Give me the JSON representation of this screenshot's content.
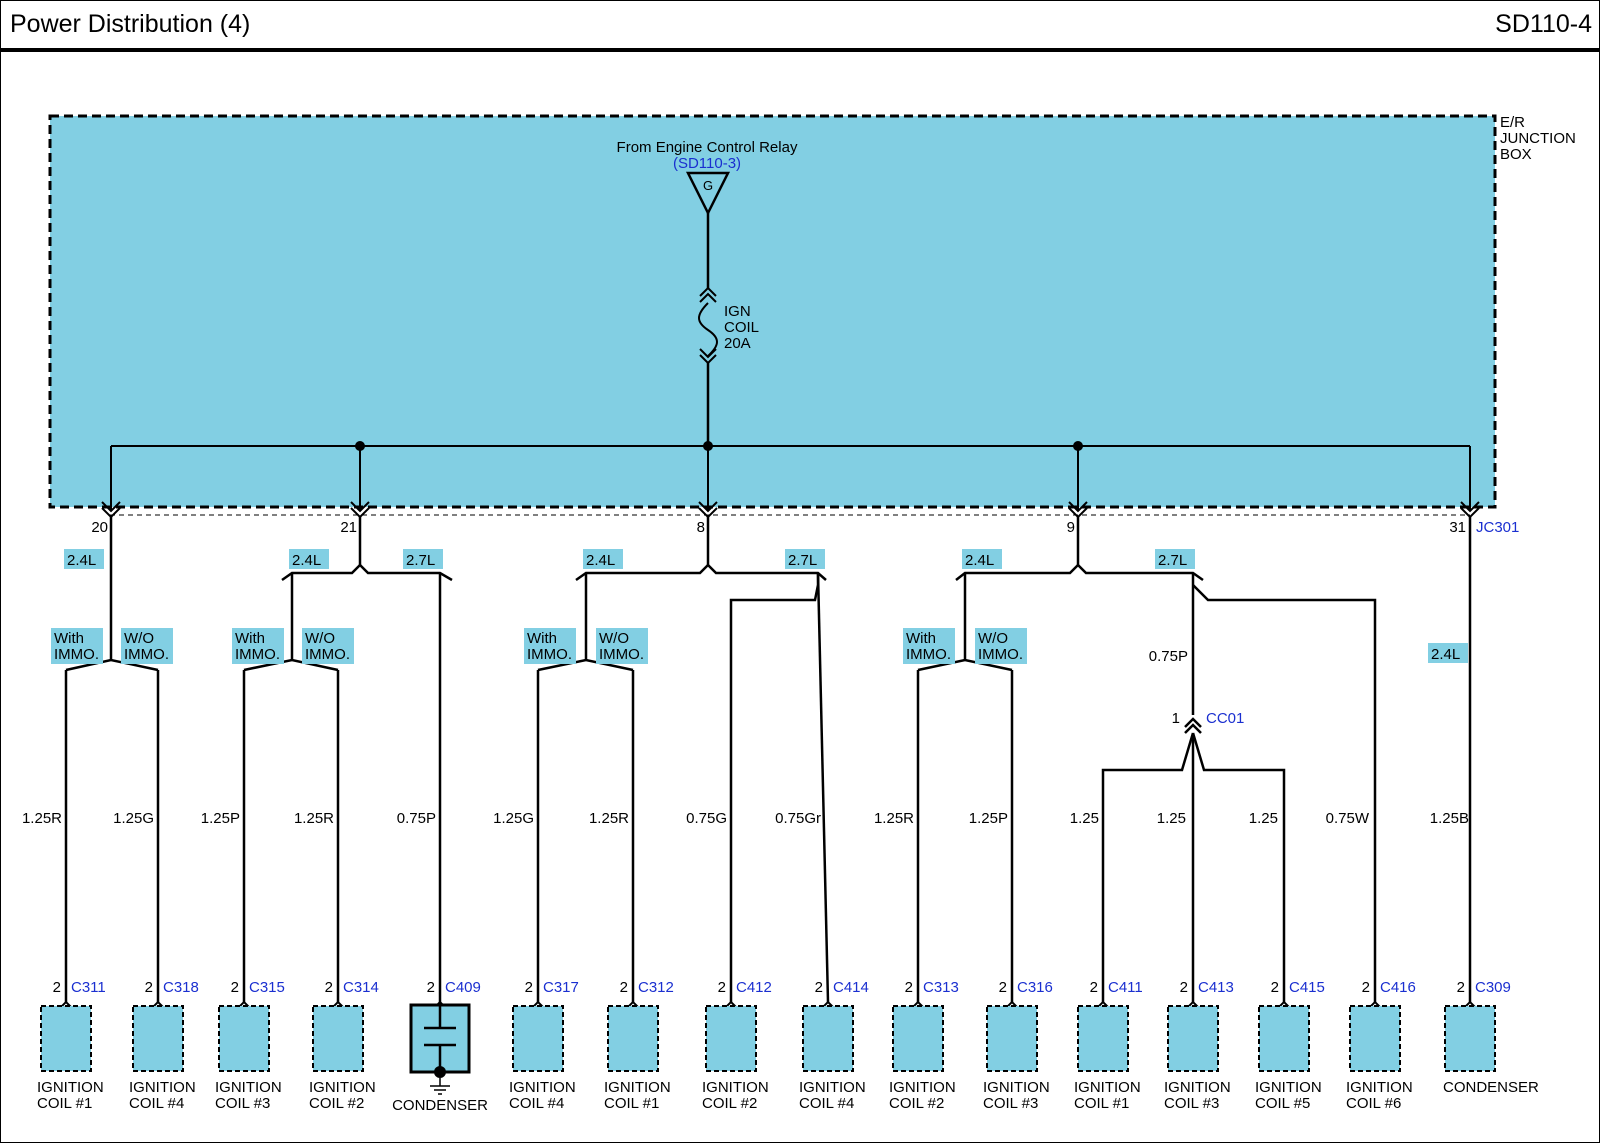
{
  "header": {
    "title": "Power Distribution (4)",
    "code": "SD110-4"
  },
  "colors": {
    "box_fill": "#82cfe3",
    "link_blue": "#1a2fd0",
    "line": "#000000"
  },
  "junction_box": {
    "name_lines": [
      "E/R",
      "JUNCTION",
      "BOX"
    ],
    "source_label": "From Engine Control Relay",
    "source_ref": "(SD110-3)",
    "source_terminal": "G",
    "fuse_lines": [
      "IGN",
      "COIL",
      "20A"
    ],
    "connector_id": "JC301",
    "pins": [
      "20",
      "21",
      "8",
      "9",
      "31"
    ]
  },
  "wire_tags": {
    "t20": "2.4L",
    "t21a": "2.4L",
    "t21b": "2.7L",
    "t8a": "2.4L",
    "t8b": "2.7L",
    "t9a": "2.4L",
    "t9b": "2.7L",
    "t31": "2.4L",
    "with1": [
      "With",
      "IMMO."
    ],
    "wo1": [
      "W/O",
      "IMMO."
    ],
    "with2": [
      "With",
      "IMMO."
    ],
    "wo2": [
      "W/O",
      "IMMO."
    ],
    "with3": [
      "With",
      "IMMO."
    ],
    "wo3": [
      "W/O",
      "IMMO."
    ],
    "with4": [
      "With",
      "IMMO."
    ],
    "wo4": [
      "W/O",
      "IMMO."
    ]
  },
  "splice": {
    "wire": "0.75P",
    "pin": "1",
    "connector": "CC01"
  },
  "wires": [
    "1.25R",
    "1.25G",
    "1.25P",
    "1.25R",
    "0.75P",
    "1.25G",
    "1.25R",
    "0.75G",
    "0.75Gr",
    "1.25R",
    "1.25P",
    "1.25",
    "1.25",
    "1.25",
    "0.75W",
    "1.25B"
  ],
  "components": [
    {
      "pin": "2",
      "conn": "C311",
      "name": [
        "IGNITION",
        "COIL #1"
      ]
    },
    {
      "pin": "2",
      "conn": "C318",
      "name": [
        "IGNITION",
        "COIL #4"
      ]
    },
    {
      "pin": "2",
      "conn": "C315",
      "name": [
        "IGNITION",
        "COIL #3"
      ]
    },
    {
      "pin": "2",
      "conn": "C314",
      "name": [
        "IGNITION",
        "COIL #2"
      ]
    },
    {
      "pin": "2",
      "conn": "C409",
      "name": [
        "CONDENSER"
      ]
    },
    {
      "pin": "2",
      "conn": "C317",
      "name": [
        "IGNITION",
        "COIL #4"
      ]
    },
    {
      "pin": "2",
      "conn": "C312",
      "name": [
        "IGNITION",
        "COIL #1"
      ]
    },
    {
      "pin": "2",
      "conn": "C412",
      "name": [
        "IGNITION",
        "COIL #2"
      ]
    },
    {
      "pin": "2",
      "conn": "C414",
      "name": [
        "IGNITION",
        "COIL #4"
      ]
    },
    {
      "pin": "2",
      "conn": "C313",
      "name": [
        "IGNITION",
        "COIL #2"
      ]
    },
    {
      "pin": "2",
      "conn": "C316",
      "name": [
        "IGNITION",
        "COIL #3"
      ]
    },
    {
      "pin": "2",
      "conn": "C411",
      "name": [
        "IGNITION",
        "COIL #1"
      ]
    },
    {
      "pin": "2",
      "conn": "C413",
      "name": [
        "IGNITION",
        "COIL #3"
      ]
    },
    {
      "pin": "2",
      "conn": "C415",
      "name": [
        "IGNITION",
        "COIL #5"
      ]
    },
    {
      "pin": "2",
      "conn": "C416",
      "name": [
        "IGNITION",
        "COIL #6"
      ]
    },
    {
      "pin": "2",
      "conn": "C309",
      "name": [
        "CONDENSER"
      ]
    }
  ]
}
